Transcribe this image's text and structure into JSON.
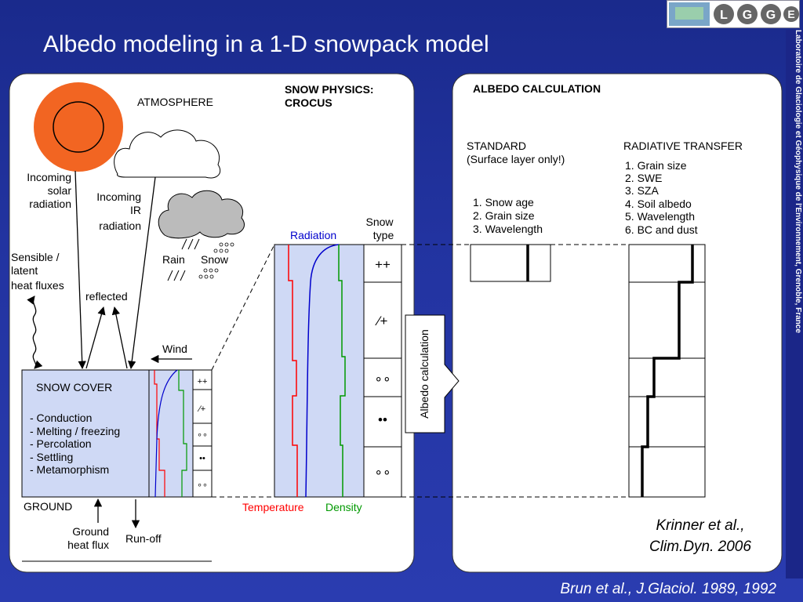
{
  "slide": {
    "title": "Albedo modeling in a 1-D snowpack model",
    "side_text": "Laboratoire de Glaciologie et Géophysique de l'Environnement, Grenoble, France",
    "logo_letters": [
      "L",
      "G",
      "G",
      "E"
    ],
    "footer_ref": "Brun et al., J.Glaciol. 1989, 1992"
  },
  "left_panel": {
    "atmosphere": "ATMOSPHERE",
    "snow_physics_1": "SNOW PHYSICS:",
    "snow_physics_2": "CROCUS",
    "incoming_solar_1": "Incoming",
    "incoming_solar_2": "solar",
    "incoming_solar_3": "radiation",
    "incoming_ir_1": "Incoming",
    "incoming_ir_2": "IR",
    "incoming_ir_3": "radiation",
    "sensible_1": "Sensible /",
    "sensible_2": "latent",
    "sensible_3": "heat fluxes",
    "reflected": "reflected",
    "rain": "Rain",
    "snow": "Snow",
    "wind": "Wind",
    "snow_cover": "SNOW COVER",
    "processes": [
      "- Conduction",
      "- Melting / freezing",
      "- Percolation",
      "- Settling",
      "- Metamorphism"
    ],
    "ground": "GROUND",
    "ground_heat_1": "Ground",
    "ground_heat_2": "heat flux",
    "runoff": "Run-off",
    "radiation": "Radiation",
    "snow_type_1": "Snow",
    "snow_type_2": "type",
    "temperature": "Temperature",
    "density": "Density",
    "albedo_calc": "Albedo calculation",
    "type_symbols": [
      "++",
      "⁄+",
      "∘∘",
      "••",
      "∘∘"
    ]
  },
  "right_panel": {
    "title": "ALBEDO CALCULATION",
    "standard_1": "STANDARD",
    "standard_2": "(Surface layer only!)",
    "standard_items": [
      "1. Snow age",
      "2. Grain size",
      "3. Wavelength"
    ],
    "rt_title": "RADIATIVE TRANSFER",
    "rt_items": [
      "1. Grain size",
      "2. SWE",
      "3. SZA",
      "4. Soil albedo",
      "5. Wavelength",
      "6. BC and dust"
    ],
    "citation_1": "Krinner et al.,",
    "citation_2": "Clim.Dyn. 2006"
  },
  "colors": {
    "temperature": "#ff0000",
    "density": "#009900",
    "radiation": "#0000cc",
    "layer_fill": "#cfd9f5",
    "sun": "#f26522",
    "cloud_gray": "#bbbbbb"
  }
}
